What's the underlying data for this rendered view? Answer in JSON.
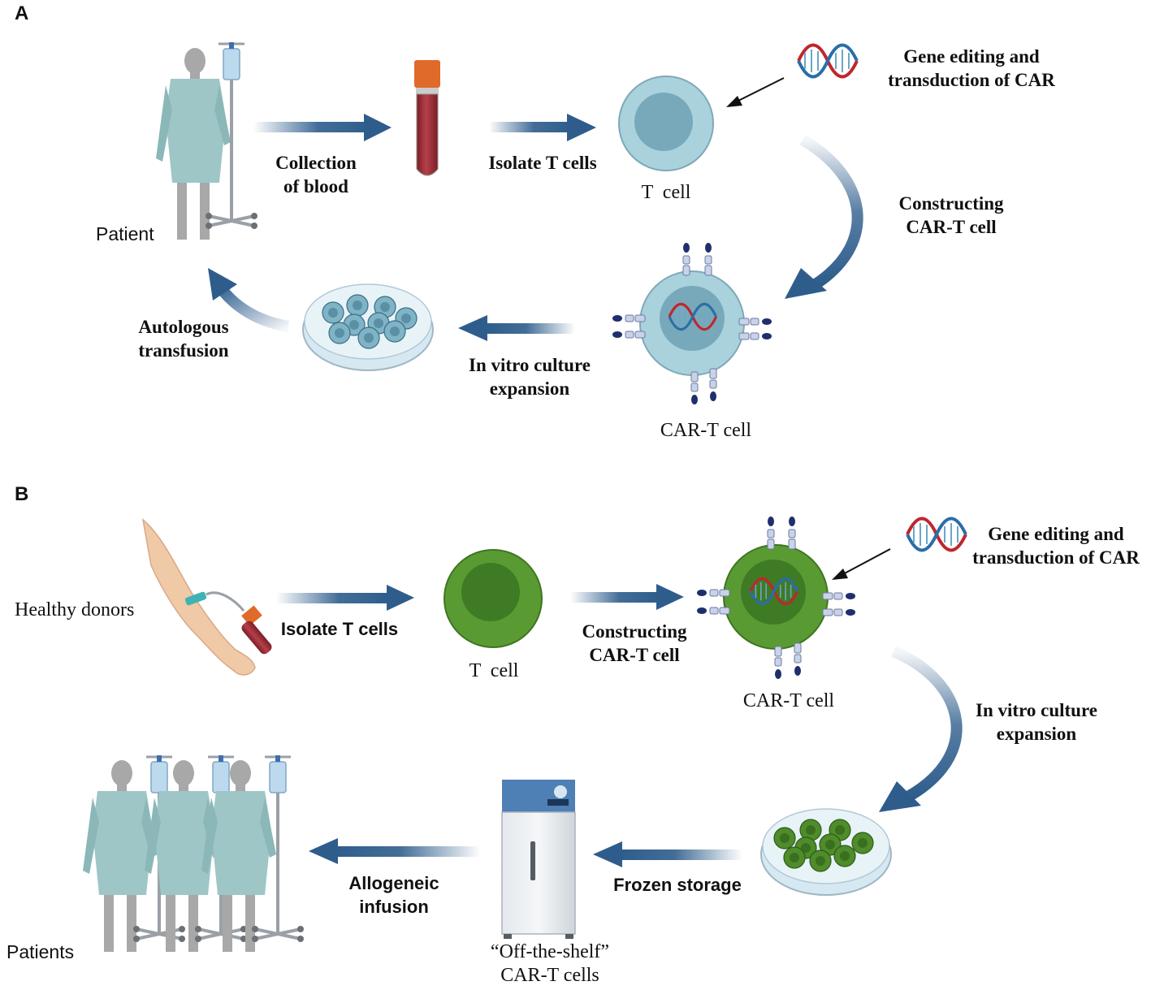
{
  "panel_a": {
    "letter": "A",
    "patient_label": "Patient",
    "step_collect": [
      "Collection",
      "of blood"
    ],
    "step_isolate": "Isolate T cells",
    "t_cell_label": "T  cell",
    "gene_editing": [
      "Gene editing and",
      "transduction of CAR"
    ],
    "step_construct": [
      "Constructing",
      "CAR-T cell"
    ],
    "car_t_label": "CAR-T cell",
    "step_expand": [
      "In vitro culture",
      "expansion"
    ],
    "step_transfuse": [
      "Autologous",
      "transfusion"
    ]
  },
  "panel_b": {
    "letter": "B",
    "donor_label": "Healthy donors",
    "step_isolate": "Isolate T cells",
    "t_cell_label": "T  cell",
    "step_construct": [
      "Constructing",
      "CAR-T cell"
    ],
    "car_t_label": "CAR-T cell",
    "gene_editing": [
      "Gene editing and",
      "transduction of CAR"
    ],
    "step_expand": [
      "In vitro culture",
      "expansion"
    ],
    "step_freeze": "Frozen storage",
    "freezer_label": [
      "“Off-the-shelf”",
      "CAR-T cells"
    ],
    "step_infuse": [
      "Allogeneic",
      "infusion"
    ],
    "patients_label": "Patients"
  },
  "colors": {
    "arrow": "#2e5d8c",
    "t_cell_a": "#a9d2dc",
    "t_cell_b": "#5a9a33",
    "blood": "#9b2a33",
    "gown": "#9ec6c7"
  }
}
